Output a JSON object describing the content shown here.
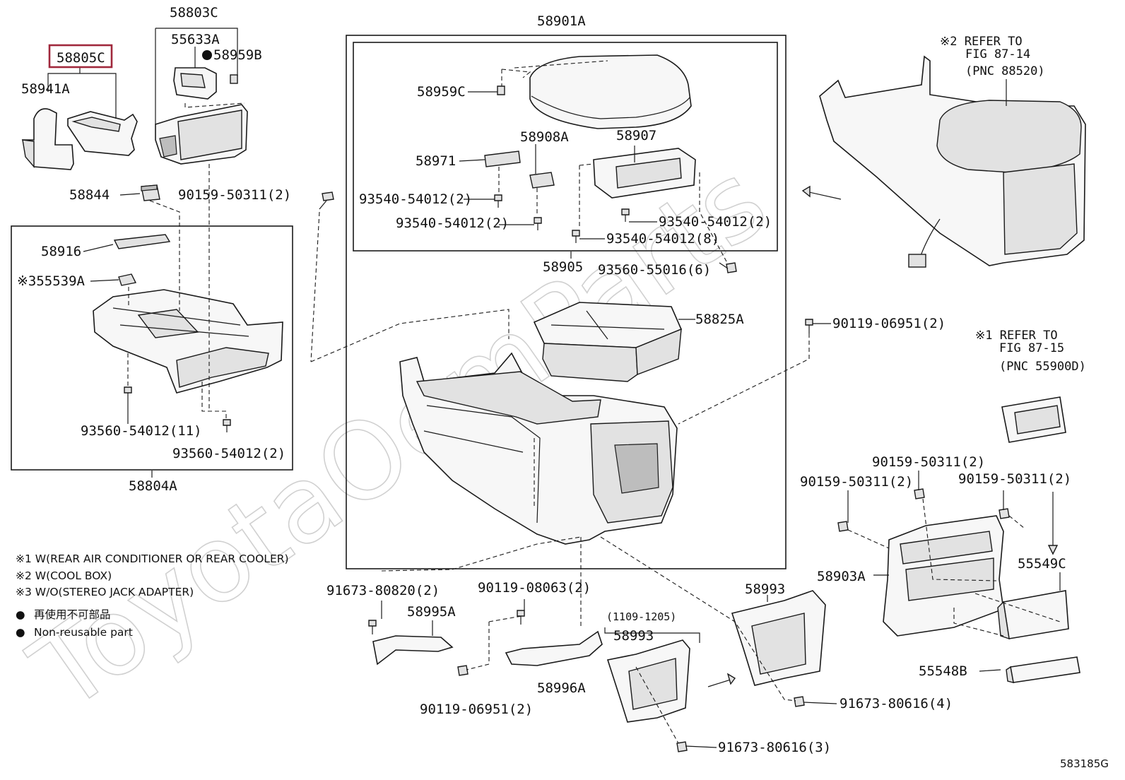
{
  "diagram": {
    "watermark": "ToyotaOemParts",
    "figure_code": "583185G",
    "highlighted_part": "58805C",
    "parts": [
      {
        "id": "58805C"
      },
      {
        "id": "58803C"
      },
      {
        "id": "55633A"
      },
      {
        "id": "58959B"
      },
      {
        "id": "58941A"
      },
      {
        "id": "58844"
      },
      {
        "id": "90159-50311(2)"
      },
      {
        "id": "58916"
      },
      {
        "id": "※355539A"
      },
      {
        "id": "93560-54012(11)"
      },
      {
        "id": "93560-54012(2)"
      },
      {
        "id": "58804A"
      },
      {
        "id": "58901A"
      },
      {
        "id": "58959C"
      },
      {
        "id": "58908A"
      },
      {
        "id": "58907"
      },
      {
        "id": "58971"
      },
      {
        "id": "93540-54012(2)"
      },
      {
        "id": "93540-54012(2)"
      },
      {
        "id": "93540-54012(2)"
      },
      {
        "id": "93540-54012(8)"
      },
      {
        "id": "58905"
      },
      {
        "id": "93560-55016(6)"
      },
      {
        "id": "58825A"
      },
      {
        "id": "90119-06951(2)"
      },
      {
        "id": "91673-80820(2)"
      },
      {
        "id": "90119-08063(2)"
      },
      {
        "id": "58995A"
      },
      {
        "id": "90119-06951(2)"
      },
      {
        "id": "58996A"
      },
      {
        "id": "(1109-1205)"
      },
      {
        "id": "58993"
      },
      {
        "id": "58993"
      },
      {
        "id": "91673-80616(4)"
      },
      {
        "id": "91673-80616(3)"
      },
      {
        "id": "90159-50311(2)"
      },
      {
        "id": "90159-50311(2)"
      },
      {
        "id": "90159-50311(2)"
      },
      {
        "id": "58903A"
      },
      {
        "id": "55549C"
      },
      {
        "id": "55548B"
      }
    ],
    "references": [
      {
        "line1": "※2 REFER TO",
        "line2": "FIG 87-14",
        "line3": "(PNC 88520)"
      },
      {
        "line1": "※1 REFER TO",
        "line2": "FIG 87-15",
        "line3": "(PNC 55900D)"
      }
    ],
    "notes": [
      "※1 W(REAR AIR CONDITIONER OR REAR COOLER)",
      "※2 W(COOL BOX)",
      "※3 W/O(STEREO JACK ADAPTER)"
    ],
    "legend": [
      {
        "symbol": "●",
        "text": "再使用不可部品"
      },
      {
        "symbol": "●",
        "text": "Non-reusable part"
      }
    ]
  }
}
